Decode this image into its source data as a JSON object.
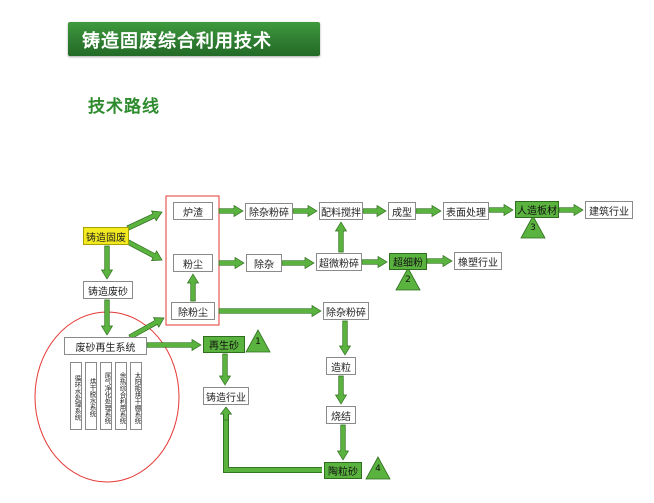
{
  "title": "铸造固废综合利用技术",
  "section_heading": "技术路线",
  "nodes": {
    "waste": "铸造固废",
    "slag": "炉渣",
    "dust": "粉尘",
    "dust_removal": "除粉尘",
    "waste_sand": "铸造废砂",
    "regen_system": "废砂再生系统",
    "sub_circulating_water": "循环水处理系统",
    "sub_drying": "烘干脱水系统",
    "sub_exhaust": "尾气净化处理系统",
    "sub_waste_heat": "余热综合利用系统",
    "sub_solar": "太阳能烘干棚系统",
    "regen_sand": "再生砂",
    "foundry_industry": "铸造行业",
    "impurity_crushing_1": "除杂粉碎",
    "batching_mixing": "配料搅拌",
    "molding": "成型",
    "surface_treatment": "表面处理",
    "artificial_board": "人造板材",
    "building_industry": "建筑行业",
    "impurity_removal": "除杂",
    "ultrafine_crushing": "超微粉碎",
    "ultrafine_powder": "超细粉",
    "rubber_plastic": "橡塑行业",
    "impurity_crushing_2": "除杂粉碎",
    "granulation": "造粒",
    "sintering": "烧结",
    "ceramsite_sand": "陶粒砂"
  },
  "markers": [
    "1",
    "2",
    "3",
    "4"
  ],
  "colors": {
    "banner": "#2e7d32",
    "heading": "#2e8b2e",
    "arrow": "#5bb33f",
    "arrow_edge": "#2f6e1f",
    "highlight_yellow": "#f2ea1e",
    "highlight_green": "#5bb33f",
    "frame_red": "#e53935"
  }
}
